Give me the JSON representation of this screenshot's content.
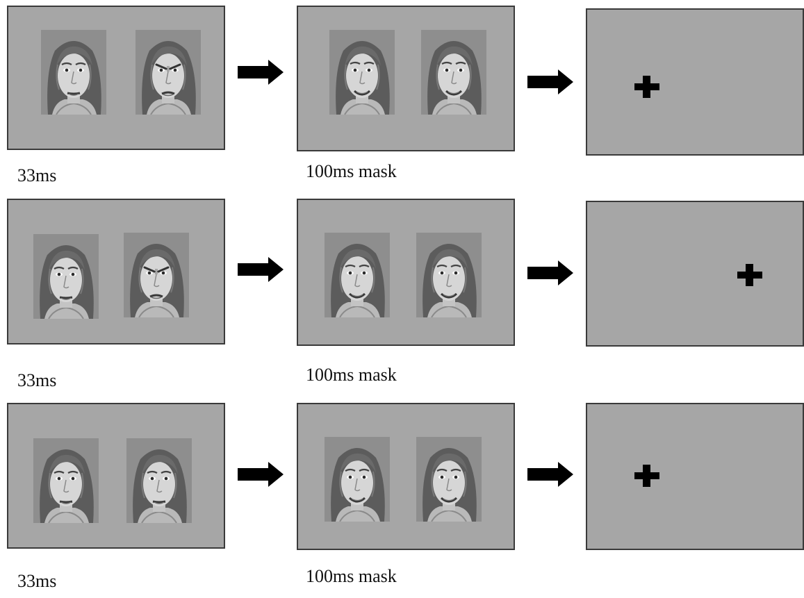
{
  "trials": [
    {
      "prime": {
        "label": "33ms",
        "faces": [
          "neutral-face",
          "angry-face"
        ]
      },
      "mask": {
        "label": "100ms mask",
        "faces": [
          "happy-face",
          "happy-face"
        ]
      },
      "probe": {
        "symbol": "+",
        "side": "left"
      }
    },
    {
      "prime": {
        "label": "33ms",
        "faces": [
          "neutral-face",
          "angry-face"
        ]
      },
      "mask": {
        "label": "100ms mask",
        "faces": [
          "happy-face",
          "happy-face"
        ]
      },
      "probe": {
        "symbol": "+",
        "side": "right"
      }
    },
    {
      "prime": {
        "label": "33ms",
        "faces": [
          "neutral-face",
          "neutral-face"
        ]
      },
      "mask": {
        "label": "100ms mask",
        "faces": [
          "happy-face",
          "happy-face"
        ]
      },
      "probe": {
        "symbol": "+",
        "side": "left"
      }
    }
  ],
  "colors": {
    "screen": "#a6a6a6",
    "border": "#3a3a3a",
    "ink": "#000000"
  }
}
